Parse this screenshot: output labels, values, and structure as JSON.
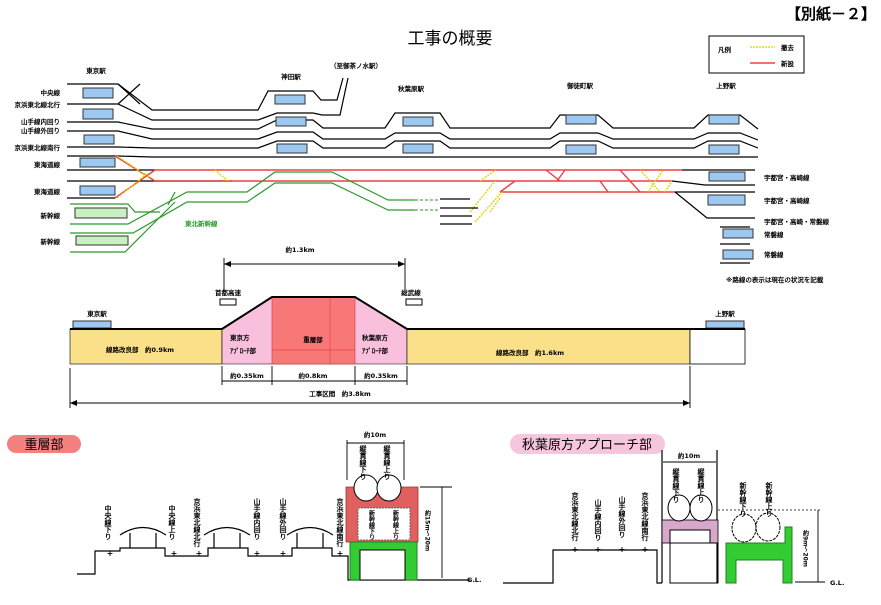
{
  "header": {
    "title": "工事の概要",
    "attachment": "【別紙－２】"
  },
  "legend": {
    "title": "凡例",
    "removal": "撤去",
    "new": "新設",
    "colors": {
      "removal": "#e0d000",
      "new": "#ee4040"
    }
  },
  "stations": {
    "tokyo": "東京駅",
    "kanda": "神田駅",
    "ochanomizu": "（至御茶ノ水駅）",
    "akihabara": "秋葉原駅",
    "okachimachi": "御徒町駅",
    "ueno": "上野駅"
  },
  "left_lines": [
    "中央線",
    "京浜東北線北行",
    "山手線内回り",
    "山手線外回り",
    "京浜東北線南行",
    "東海道線",
    "東海道線",
    "新幹線",
    "新幹線"
  ],
  "right_lines": [
    "宇都宮・高崎線",
    "宇都宮・高崎線",
    "宇都宮・高崎・常磐線",
    "常磐線",
    "常磐線"
  ],
  "tohoku_shinkansen": "東北新幹線",
  "note": "※路線の表示は現在の状況を記載",
  "profile": {
    "span_top": "約1.3km",
    "shuto": "首都高速",
    "sobu": "総武線",
    "tokyo": "東京駅",
    "ueno": "上野駅",
    "improve_left": "線路改良部　約0.9km",
    "tokyo_approach_1": "東京方",
    "tokyo_approach_2": "ｱﾌﾟﾛｰﾁ部",
    "double_deck": "重層部",
    "akiba_approach_1": "秋葉原方",
    "akiba_approach_2": "ｱﾌﾟﾛｰﾁ部",
    "improve_right": "線路改良部　約1.6km",
    "dim_1": "約0.35km",
    "dim_2": "約0.8km",
    "dim_3": "約0.35km",
    "total": "工事区間　約3.8km",
    "colors": {
      "improve": "#fbe08a",
      "approach": "#f8c0dc",
      "double_deck": "#f87878"
    }
  },
  "section_double": {
    "badge": "重層部",
    "width": "約10m",
    "height": "約15m～20m",
    "gl": "G.L.",
    "tracks": [
      "中央線下り",
      "中央線上り",
      "京浜東北線北行",
      "山手線内回り",
      "山手線外回り",
      "京浜東北線南行"
    ],
    "upper": [
      "縦貫線下り",
      "縦貫線上り"
    ],
    "lower": [
      "新幹線下り",
      "新幹線上り"
    ]
  },
  "section_approach": {
    "badge": "秋葉原方アプローチ部",
    "width": "約10m",
    "height": "約9m～20m",
    "gl": "G.L.",
    "tracks": [
      "京浜東北線北行",
      "山手線内回り",
      "山手線外回り",
      "京浜東北線南行"
    ],
    "upper": [
      "縦貫線下り",
      "縦貫線上り"
    ],
    "shinkansen": [
      "新幹線下り",
      "新幹線上り"
    ]
  }
}
